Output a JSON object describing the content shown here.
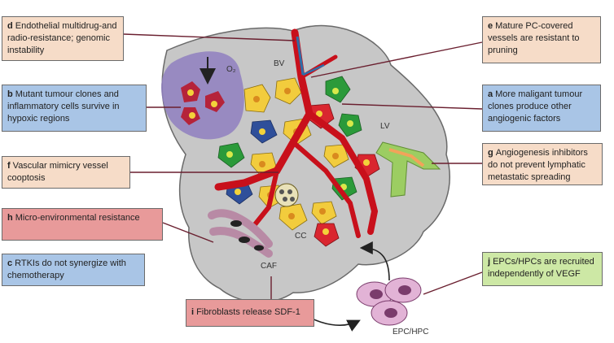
{
  "callouts": {
    "d": {
      "letter": "d",
      "text": "Endothelial multidrug-and radio-resistance; genomic instability",
      "color": "#f6dcc8"
    },
    "b": {
      "letter": "b",
      "text": "Mutant tumour clones and inflammatory cells survive in hypoxic regions",
      "color": "#a9c5e6"
    },
    "f": {
      "letter": "f",
      "text": "Vascular mimicry vessel cooptosis",
      "color": "#f6dcc8"
    },
    "h": {
      "letter": "h",
      "text": "Micro-environmental resistance",
      "color": "#e89a9a"
    },
    "c": {
      "letter": "c",
      "text": "RTKIs do not synergize with chemotherapy",
      "color": "#a9c5e6"
    },
    "i": {
      "letter": "i",
      "text": "Fibroblasts release SDF-1",
      "color": "#e89a9a"
    },
    "e": {
      "letter": "e",
      "text": "Mature PC-covered vessels are resistant to pruning",
      "color": "#f6dcc8"
    },
    "a": {
      "letter": "a",
      "text": "More maligant tumour clones produce other angiogenic factors",
      "color": "#a9c5e6"
    },
    "g": {
      "letter": "g",
      "text": "Angiogenesis inhibitors do not prevent lymphatic metastatic spreading",
      "color": "#f6dcc8"
    },
    "j": {
      "letter": "j",
      "text": "EPCs/HPCs are recruited independently of VEGF",
      "color": "#cde8a5"
    }
  },
  "labels": {
    "bv": "BV",
    "o2": "O₂",
    "lv": "LV",
    "cc": "CC",
    "caf": "CAF",
    "epc": "EPC/HPC"
  }
}
